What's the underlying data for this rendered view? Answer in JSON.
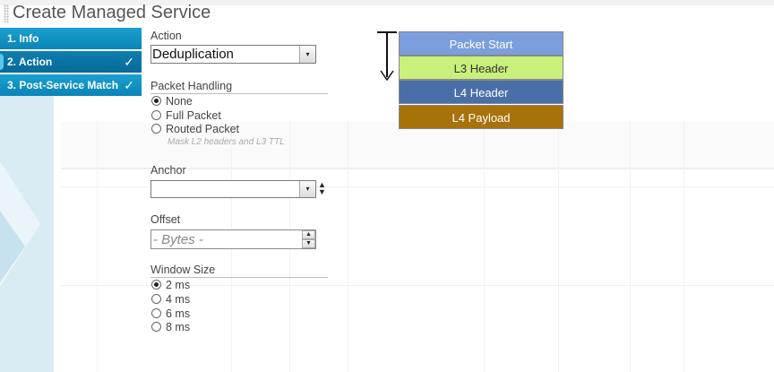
{
  "window": {
    "title": "Create Managed Service"
  },
  "steps": [
    {
      "label": "1. Info",
      "completed": false
    },
    {
      "label": "2. Action",
      "completed": true
    },
    {
      "label": "3. Post-Service Match",
      "completed": true
    }
  ],
  "form": {
    "action": {
      "label": "Action",
      "value": "Deduplication"
    },
    "packet_handling": {
      "label": "Packet Handling",
      "options": [
        "None",
        "Full Packet",
        "Routed Packet"
      ],
      "selected": "None",
      "hint": "Mask L2 headers and L3 TTL"
    },
    "anchor": {
      "label": "Anchor",
      "value": ""
    },
    "offset": {
      "label": "Offset",
      "placeholder": "- Bytes -"
    },
    "window_size": {
      "label": "Window Size",
      "options": [
        "2 ms",
        "4 ms",
        "6 ms",
        "8 ms"
      ],
      "selected": "2 ms"
    }
  },
  "packet_diagram": {
    "segments": [
      {
        "label": "Packet Start",
        "color": "#7b9edc",
        "text_color": "#ffffff"
      },
      {
        "label": "L3 Header",
        "color": "#c8f07a",
        "text_color": "#333333"
      },
      {
        "label": "L4 Header",
        "color": "#4a6fa8",
        "text_color": "#ffffff"
      },
      {
        "label": "L4 Payload",
        "color": "#a8720a",
        "text_color": "#ffffff"
      }
    ]
  },
  "icons": {
    "check": "✓",
    "dropdown": "▾",
    "up": "▲",
    "down": "▼"
  }
}
